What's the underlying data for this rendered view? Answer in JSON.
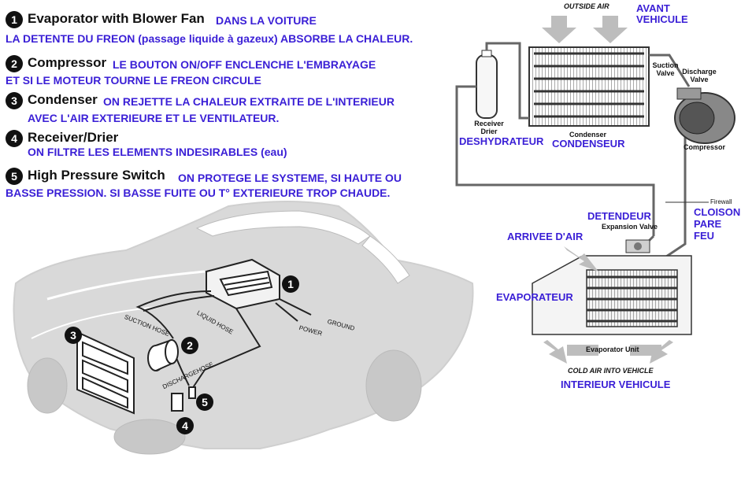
{
  "items": [
    {
      "number": "1",
      "title": "Evaporator with Blower Fan",
      "note_inline": "DANS LA VOITURE",
      "note_line2": "LA DETENTE DU FREON (passage liquide à gazeux) ABSORBE LA CHALEUR."
    },
    {
      "number": "2",
      "title": "Compressor",
      "note_inline": "LE BOUTON ON/OFF ENCLENCHE L'EMBRAYAGE",
      "note_line2": "ET SI LE MOTEUR TOURNE LE FREON CIRCULE"
    },
    {
      "number": "3",
      "title": "Condenser",
      "note_inline": "ON REJETTE LA CHALEUR EXTRAITE DE L'INTERIEUR",
      "note_line2": "AVEC L'AIR EXTERIEURE ET LE VENTILATEUR."
    },
    {
      "number": "4",
      "title": "Receiver/Drier",
      "note_inline": "",
      "note_line2": "ON FILTRE LES ELEMENTS INDESIRABLES (eau)"
    },
    {
      "number": "5",
      "title": "High Pressure Switch",
      "note_inline": "ON PROTEGE LE SYSTEME, SI HAUTE OU",
      "note_line2": "BASSE PRESSION. SI BASSE FUITE OU T° EXTERIEURE TROP CHAUDE."
    }
  ],
  "car_labels": {
    "suction_hose": "SUCTION HOSE",
    "liquid_hose": "LIQUID HOSE",
    "discharge_hose": "DISCHARGEHOSE",
    "ground": "GROUND",
    "power": "POWER"
  },
  "system_labels": {
    "outside_air": "OUTSIDE AIR",
    "receiver_drier": "Receiver Drier",
    "condenser": "Condenser",
    "suction_valve": "Suction Valve",
    "discharge_valve": "Discharge Valve",
    "compressor": "Compressor",
    "firewall": "Firewall",
    "expansion_valve": "Expansion Valve",
    "evaporator_unit": "Evaporator Unit",
    "cold_air": "COLD AIR INTO VEHICLE"
  },
  "french_labels": {
    "avant_vehicule_1": "AVANT",
    "avant_vehicule_2": "VEHICULE",
    "deshydrateur": "DESHYDRATEUR",
    "condenseur": "CONDENSEUR",
    "detendeur": "DETENDEUR",
    "cloison_1": "CLOISON",
    "cloison_2": "PARE",
    "cloison_3": "FEU",
    "arrivee_air": "ARRIVEE D'AIR",
    "evaporateur": "EVAPORATEUR",
    "interieur_vehicule": "INTERIEUR VEHICULE"
  },
  "colors": {
    "annotation": "#3a1fd6",
    "car_fill": "#d9d9d9",
    "number_badge": "#111111"
  }
}
